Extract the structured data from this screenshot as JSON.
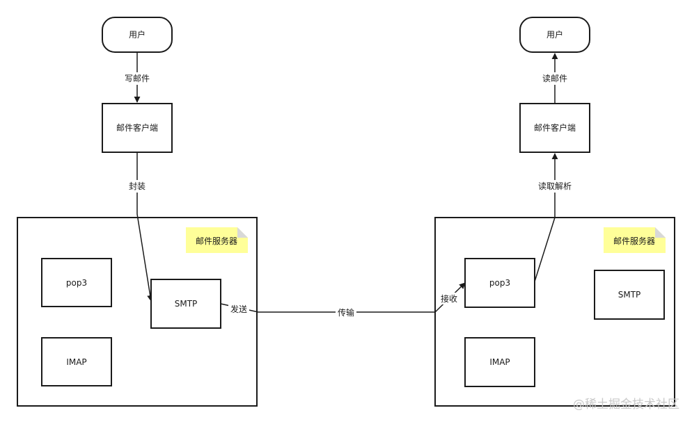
{
  "colors": {
    "stroke": "#1a1a1a",
    "note_fill": "#ffff99",
    "note_fold": "#d8d8d8",
    "background": "#ffffff",
    "watermark": "#c9c9c9"
  },
  "left": {
    "user": "用户",
    "write_label": "写邮件",
    "client": "邮件客户端",
    "wrap_label": "封装",
    "server_note": "邮件服务器",
    "pop3": "pop3",
    "smtp": "SMTP",
    "imap": "IMAP",
    "send_label": "发送"
  },
  "transfer_label": "传输",
  "right": {
    "user": "用户",
    "read_label": "读邮件",
    "client": "邮件客户端",
    "parse_label": "读取解析",
    "server_note": "邮件服务器",
    "pop3": "pop3",
    "smtp": "SMTP",
    "imap": "IMAP",
    "receive_label": "接收"
  },
  "watermark": "@稀土掘金技术社区"
}
